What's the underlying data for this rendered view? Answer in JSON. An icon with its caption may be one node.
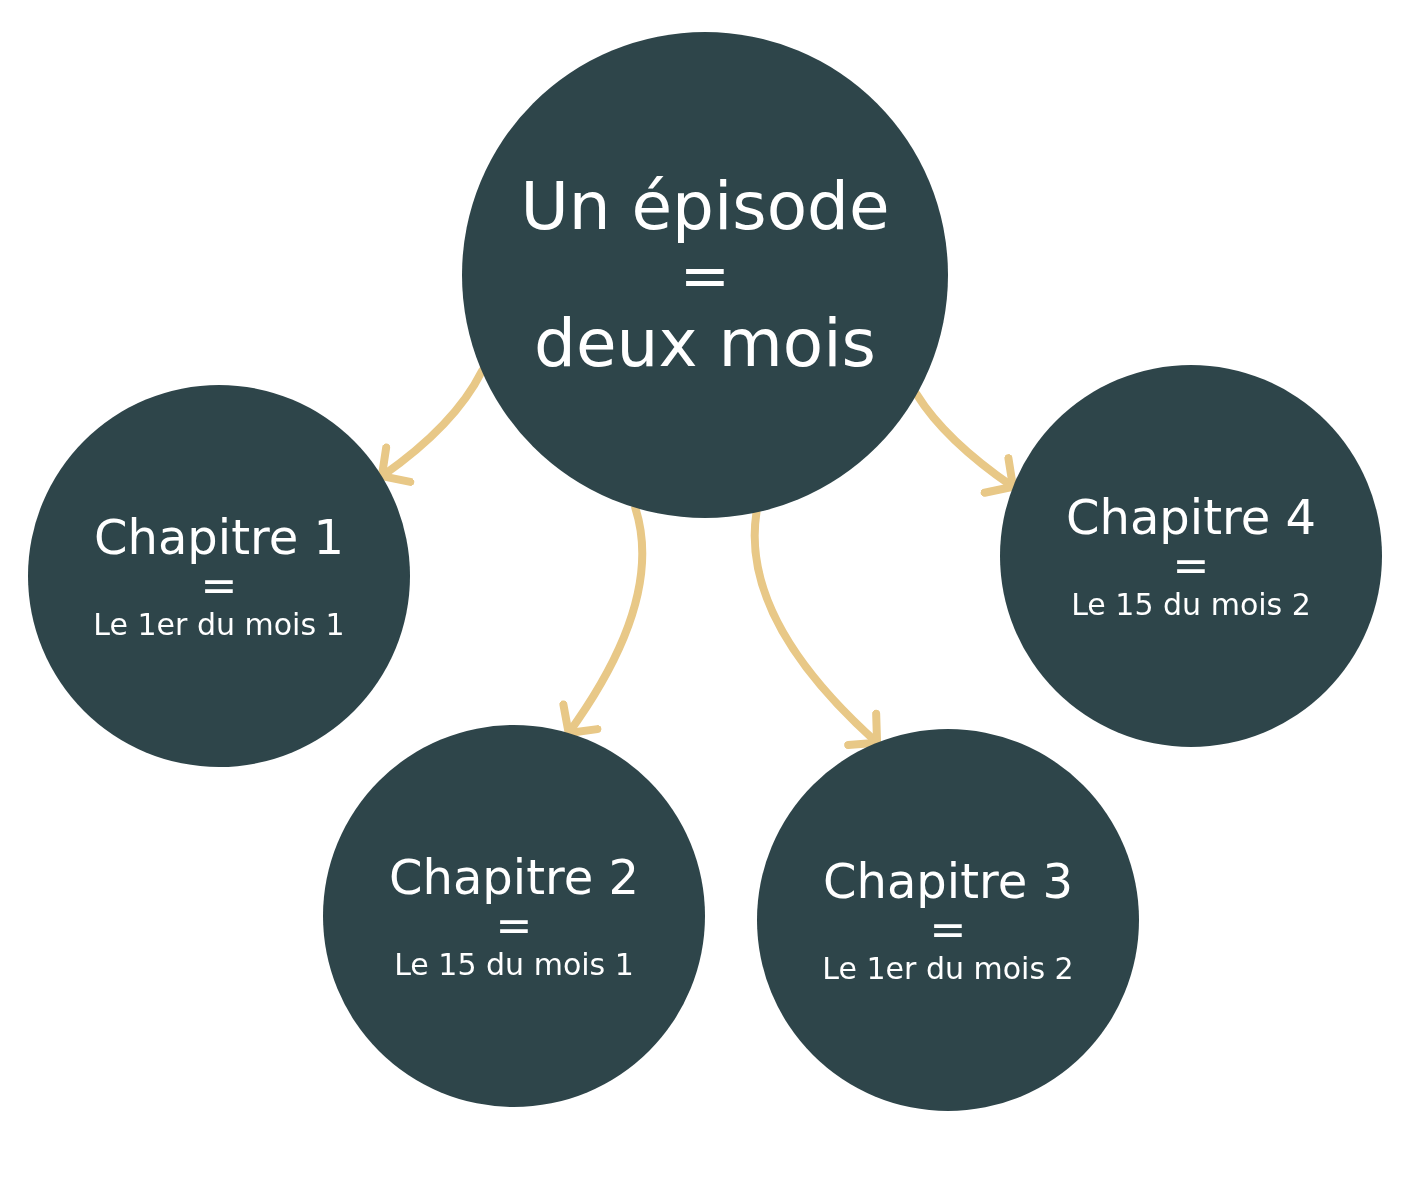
{
  "diagram": {
    "nodes": [
      {
        "text": [
          "Un épisode",
          "=",
          "deux mois"
        ]
      },
      {
        "text": [
          "Chapitre 1",
          "=",
          "Le 1er du mois 1"
        ]
      },
      {
        "text": [
          "Chapitre 2",
          "=",
          "Le 15 du mois 1"
        ]
      },
      {
        "text": [
          "Chapitre 3",
          "=",
          "Le 1er du mois 2"
        ]
      },
      {
        "text": [
          "Chapitre 4",
          "=",
          "Le 15 du mois 2"
        ]
      }
    ],
    "edges": [
      {
        "from": 0,
        "to": 1,
        "arrow": "to"
      },
      {
        "from": 0,
        "to": 2,
        "arrow": "to"
      },
      {
        "from": 0,
        "to": 3,
        "arrow": "to"
      },
      {
        "from": 0,
        "to": 4,
        "arrow": "to"
      }
    ]
  }
}
